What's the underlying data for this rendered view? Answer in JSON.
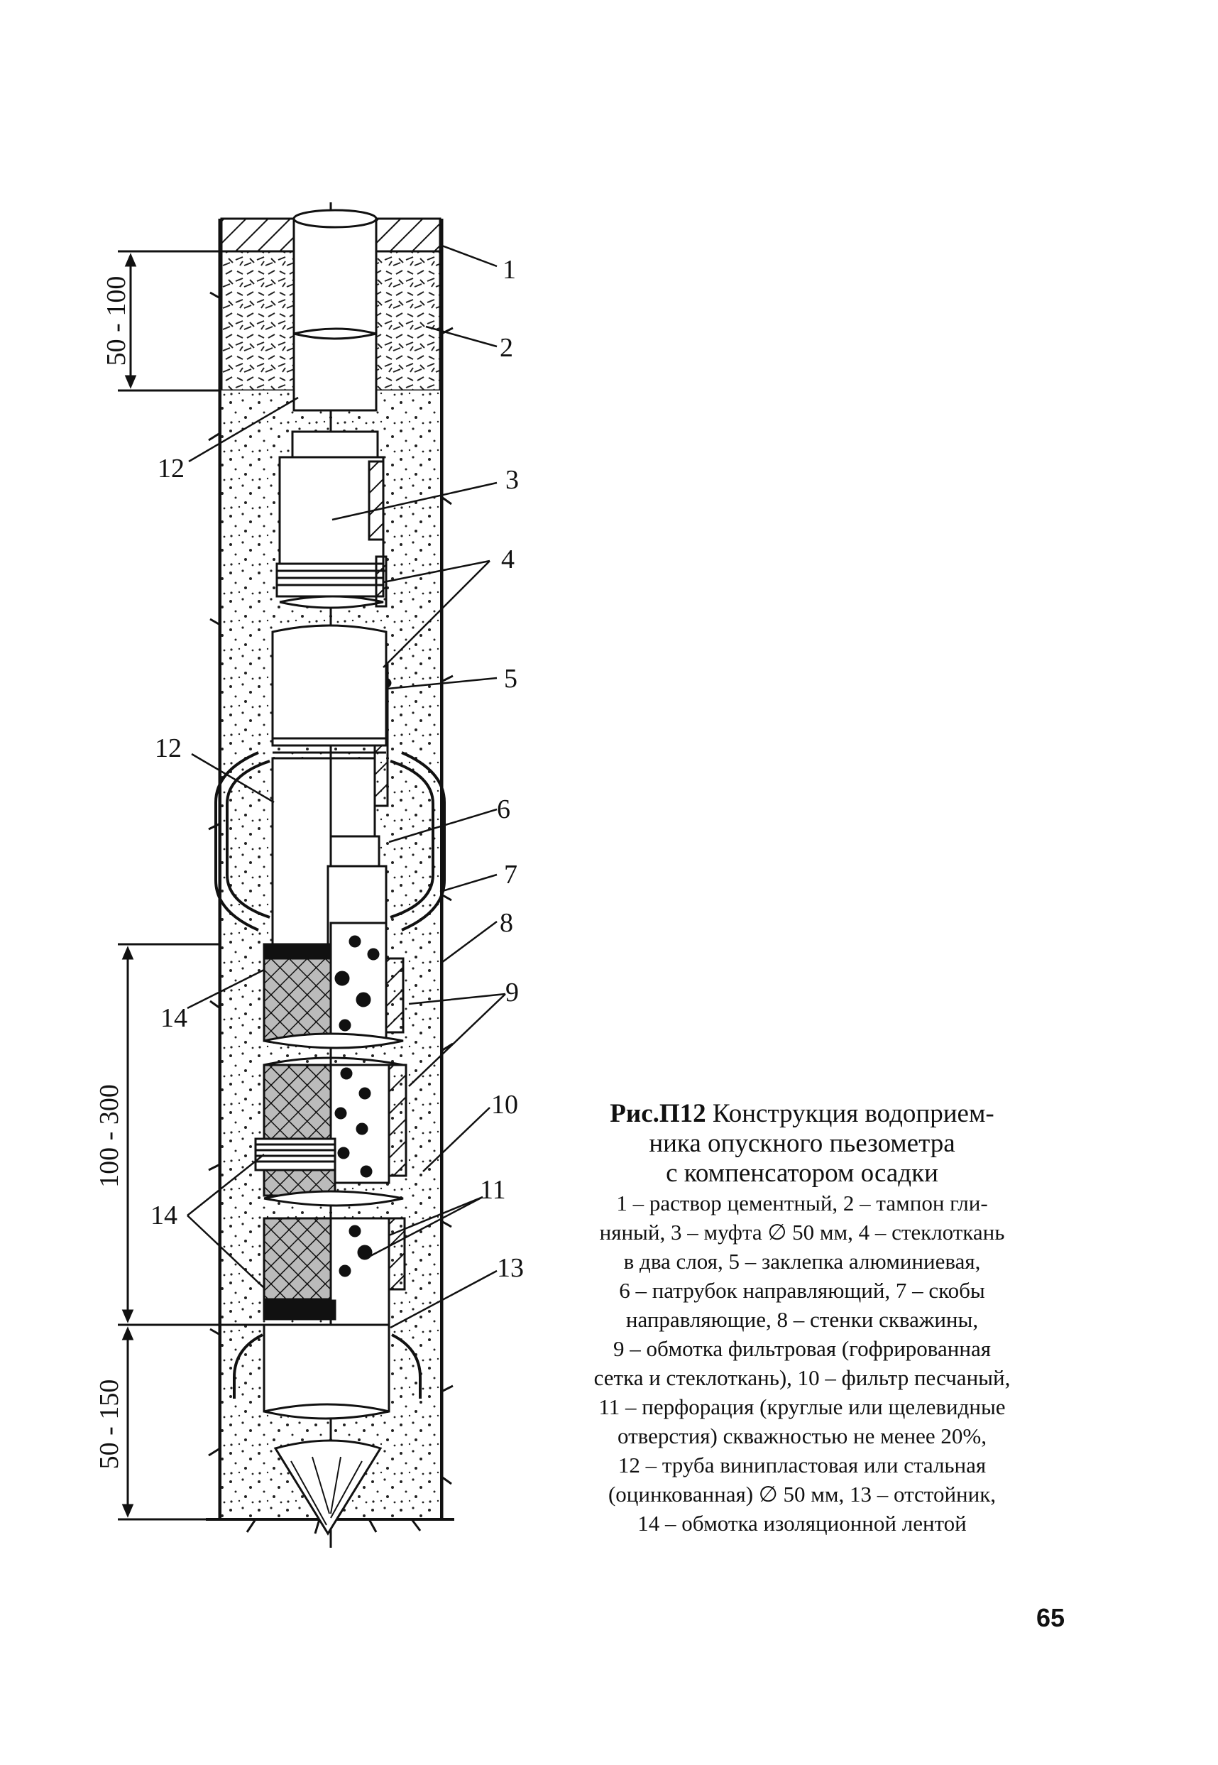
{
  "figure": {
    "callouts": {
      "c1": "1",
      "c2": "2",
      "c3": "3",
      "c4": "4",
      "c5": "5",
      "c6": "6",
      "c7": "7",
      "c8": "8",
      "c9": "9",
      "c10": "10",
      "c11": "11",
      "c12_top": "12",
      "c12_mid": "12",
      "c13": "13",
      "c14_top": "14",
      "c14_bottom": "14"
    },
    "dimensions": {
      "top": "50 - 100",
      "middle": "100 - 300",
      "bottom": "50 - 150"
    }
  },
  "caption": {
    "title_lead": "Рис.П12",
    "title_rest": "Конструкция водоприем-",
    "title_line2": "ника опускного пьезометра",
    "title_line3": "с компенсатором осадки",
    "legend_lines": [
      "1 – раствор цементный, 2 – тампон гли-",
      "няный, 3 – муфта ∅ 50 мм, 4 – стеклоткань",
      "в два слоя, 5 – заклепка алюминиевая,",
      "6 – патрубок направляющий, 7 – скобы",
      "направляющие, 8 – стенки скважины,",
      "9 – обмотка фильтровая (гофрированная",
      "сетка и стеклоткань), 10 – фильтр песчаный,",
      "11 – перфорация (круглые или щелевидные",
      "отверстия) скважностью не менее 20%,",
      "12 – труба винипластовая или стальная",
      "(оцинкованная) ∅ 50 мм, 13 – отстойник,",
      "14 – обмотка изоляционной лентой"
    ]
  },
  "page_number": "65"
}
